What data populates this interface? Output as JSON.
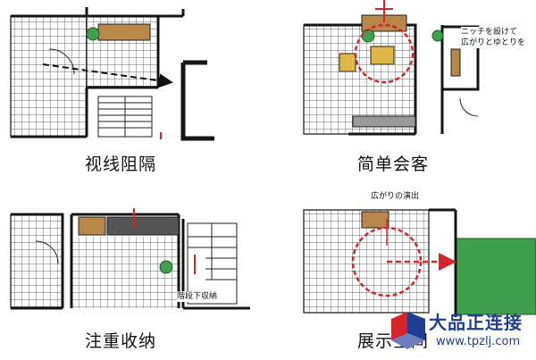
{
  "panels": [
    {
      "caption": "视线阻隔"
    },
    {
      "caption": "简单会客",
      "note_lines": [
        "ニッチを設けて",
        "広がりとゆとりを"
      ]
    },
    {
      "caption": "注重收纳",
      "note": "階段下収納"
    },
    {
      "caption": "展示空间",
      "note": "広がりの演出"
    }
  ],
  "watermark": {
    "title": "大品正连接",
    "url": "www.tpzlj.com"
  },
  "colors": {
    "accent": "#d6242a",
    "wood": "#b9874a",
    "plant": "#3f9f4c",
    "wall": "#151515",
    "logo": "#1e3f91"
  }
}
